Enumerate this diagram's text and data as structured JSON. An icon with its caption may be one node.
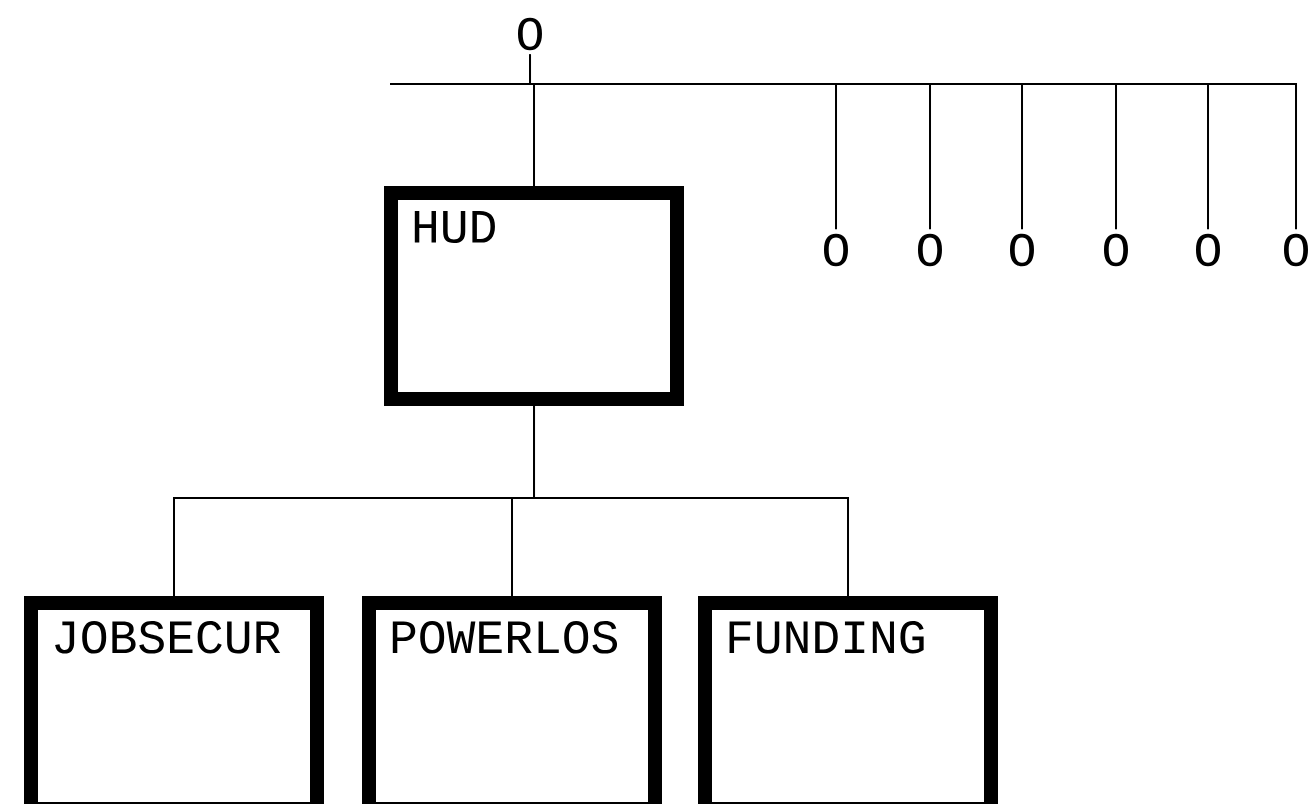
{
  "diagram": {
    "nodes": [
      {
        "text": [
          "O"
        ]
      },
      {
        "text": [
          "HUD"
        ]
      },
      {
        "text": [
          "O"
        ]
      },
      {
        "text": [
          "O"
        ]
      },
      {
        "text": [
          "O"
        ]
      },
      {
        "text": [
          "O"
        ]
      },
      {
        "text": [
          "O"
        ]
      },
      {
        "text": [
          "O"
        ]
      },
      {
        "text": [
          "JOBSECUR"
        ]
      },
      {
        "text": [
          "POWERLOS"
        ]
      },
      {
        "text": [
          "FUNDING"
        ]
      }
    ],
    "edges": [
      {
        "from": 0,
        "to": 1,
        "arrow": "none"
      },
      {
        "from": 0,
        "to": 2,
        "arrow": "none"
      },
      {
        "from": 0,
        "to": 3,
        "arrow": "none"
      },
      {
        "from": 0,
        "to": 4,
        "arrow": "none"
      },
      {
        "from": 0,
        "to": 5,
        "arrow": "none"
      },
      {
        "from": 0,
        "to": 6,
        "arrow": "none"
      },
      {
        "from": 0,
        "to": 7,
        "arrow": "none"
      },
      {
        "from": 1,
        "to": 8,
        "arrow": "none"
      },
      {
        "from": 1,
        "to": 9,
        "arrow": "none"
      },
      {
        "from": 1,
        "to": 10,
        "arrow": "none"
      }
    ]
  }
}
